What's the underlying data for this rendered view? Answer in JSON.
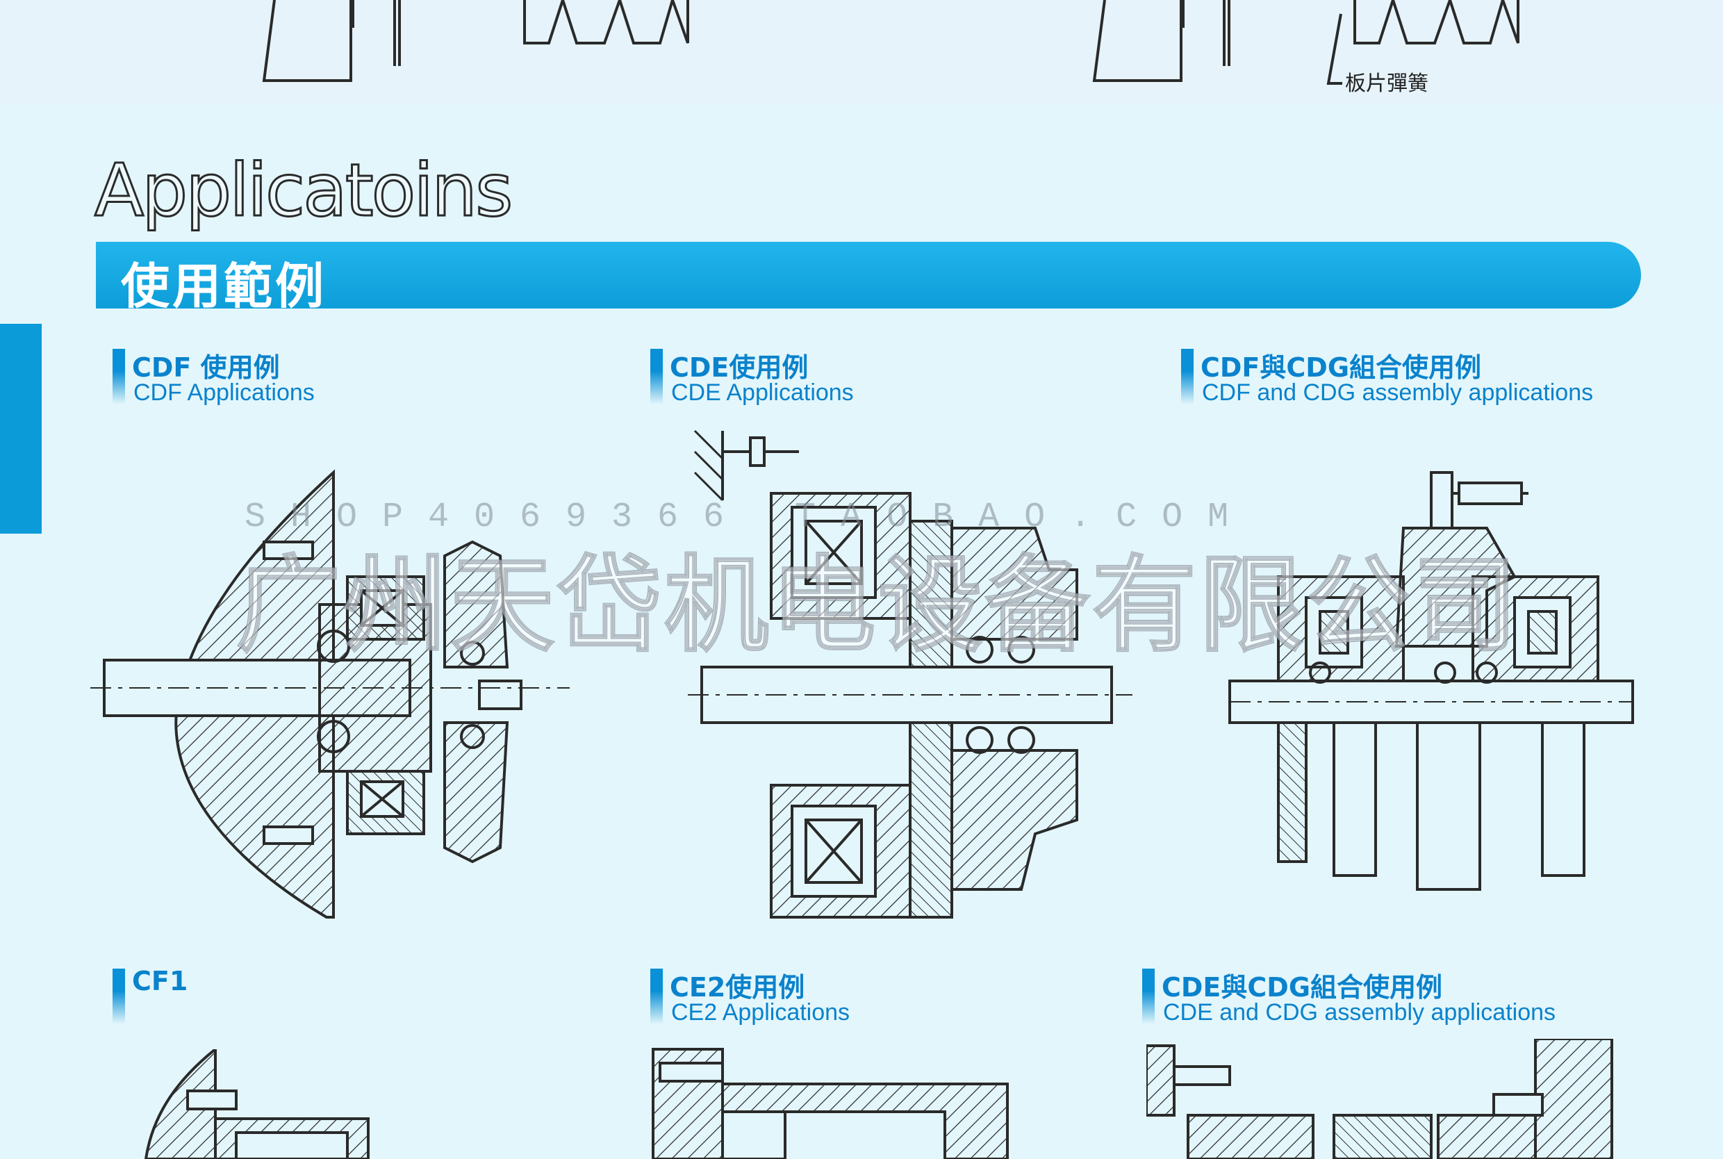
{
  "top_strip": {
    "spring_label": "板片彈簧"
  },
  "section": {
    "title_en": "Applicatoins",
    "title_zh": "使用範例"
  },
  "applications": [
    {
      "title": "CDF 使用例",
      "subtitle": "CDF Applications"
    },
    {
      "title": "CDE使用例",
      "subtitle": "CDE Applications"
    },
    {
      "title": "CDF與CDG組合使用例",
      "subtitle": "CDF and CDG assembly applications"
    },
    {
      "title": "CF1",
      "subtitle": ""
    },
    {
      "title": "CE2使用例",
      "subtitle": "CE2 Applications"
    },
    {
      "title": "CDE與CDG組合使用例",
      "subtitle": "CDE and CDG assembly applications"
    }
  ],
  "watermark": {
    "shop": "SHOP4069366 TAOBAO.COM",
    "company": "广州天岱机电设备有限公司"
  },
  "colors": {
    "accent": "#0a9bd8",
    "caption": "#0a82cc",
    "line": "#2a2a2a",
    "background": "#e3f6fb"
  }
}
